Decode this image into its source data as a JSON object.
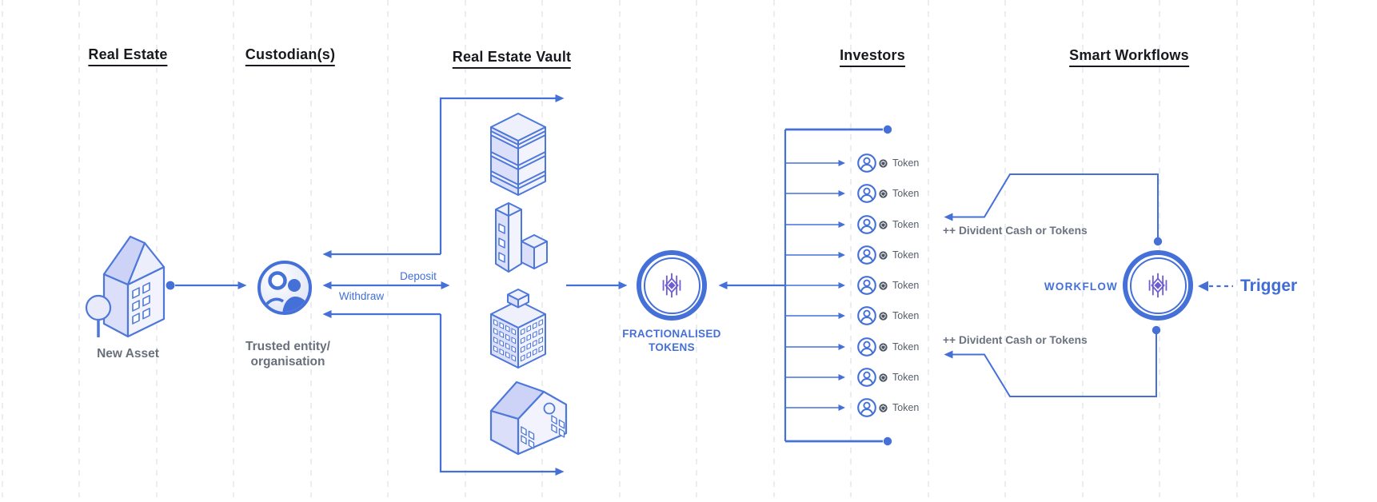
{
  "headers": {
    "real_estate": "Real Estate",
    "custodian": "Custodian(s)",
    "vault": "Real Estate Vault",
    "investors": "Investors",
    "smart_workflows": "Smart Workflows"
  },
  "labels": {
    "new_asset": "New Asset",
    "trusted_entity_line1": "Trusted entity/",
    "trusted_entity_line2": "organisation",
    "deposit": "Deposit",
    "withdraw": "Withdraw",
    "fractionalised_line1": "FRACTIONALISED",
    "fractionalised_line2": "TOKENS",
    "workflow": "WORKFLOW",
    "trigger": "Trigger",
    "dividend_top": "++ Divident Cash or Tokens",
    "dividend_bottom": "++ Divident Cash or Tokens"
  },
  "investors": {
    "rows": [
      {
        "label": "Token"
      },
      {
        "label": "Token"
      },
      {
        "label": "Token"
      },
      {
        "label": "Token"
      },
      {
        "label": "Token"
      },
      {
        "label": "Token"
      },
      {
        "label": "Token"
      },
      {
        "label": "Token"
      },
      {
        "label": "Token"
      }
    ]
  },
  "icons": {
    "new_asset": "isometric-building-with-tree-icon",
    "custodian": "trusted-person-circle-icon",
    "vault_items": [
      "striped-tower-icon",
      "l-shape-tower-icon",
      "window-tower-icon",
      "house-icon"
    ],
    "token_circle": "fractionalised-tokens-ring-icon",
    "workflow_circle": "workflow-ring-icon",
    "investor": "user-avatar-icon",
    "token_badge": "token-badge-icon",
    "logo": "diamond-network-logo-icon"
  },
  "colors": {
    "line_blue": "#4470d8",
    "logo_purple": "#6e5cd3",
    "text_gray": "#6b7280",
    "heading_dark": "#17191f",
    "guide_gray": "#dee3ec",
    "building_fill_light": "#f2f3fd",
    "building_fill_mid": "#dcdff9",
    "building_fill_dark": "#ccd3f7"
  }
}
